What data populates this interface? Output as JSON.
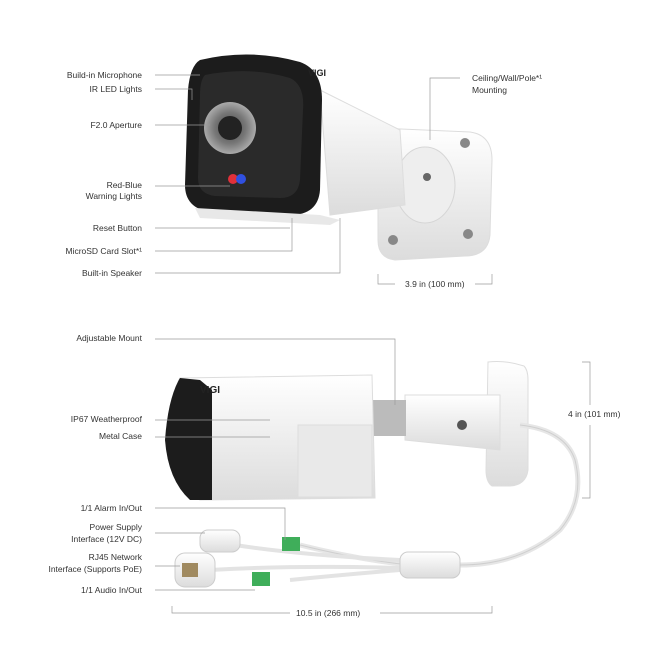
{
  "brand": "VIGI",
  "top_view": {
    "labels": [
      {
        "id": "microphone",
        "text": "Build-in Microphone"
      },
      {
        "id": "ir-led",
        "text": "IR LED Lights"
      },
      {
        "id": "aperture",
        "text": "F2.0 Aperture"
      },
      {
        "id": "warning-1",
        "text": "Red-Blue"
      },
      {
        "id": "warning-2",
        "text": "Warning Lights"
      },
      {
        "id": "reset",
        "text": "Reset Button"
      },
      {
        "id": "microsd",
        "text": "MicroSD Card Slot*¹"
      },
      {
        "id": "speaker",
        "text": "Built-in Speaker"
      }
    ],
    "mounting_1": "Ceiling/Wall/Pole*¹",
    "mounting_2": "Mounting",
    "width_dimension": "3.9 in (100 mm)"
  },
  "side_view": {
    "labels": [
      {
        "id": "adjustable-mount",
        "text": "Adjustable Mount"
      },
      {
        "id": "ip67",
        "text": "IP67 Weatherproof"
      },
      {
        "id": "metal-case",
        "text": "Metal Case"
      },
      {
        "id": "alarm",
        "text": "1/1 Alarm In/Out"
      },
      {
        "id": "power-1",
        "text": "Power Supply"
      },
      {
        "id": "power-2",
        "text": "Interface (12V DC)"
      },
      {
        "id": "rj45-1",
        "text": "RJ45 Network"
      },
      {
        "id": "rj45-2",
        "text": "Interface (Supports PoE)"
      },
      {
        "id": "audio",
        "text": "1/1 Audio In/Out"
      }
    ],
    "length_dimension": "10.5 in (266 mm)",
    "height_dimension": "4 in (101 mm)"
  },
  "colors": {
    "leader_line": "#9a9a9a",
    "body": "#f2f2f2",
    "bezel": "#1c1c1c",
    "connector_green": "#3fae5a",
    "led_red": "#e0303a",
    "led_blue": "#3050e0"
  }
}
